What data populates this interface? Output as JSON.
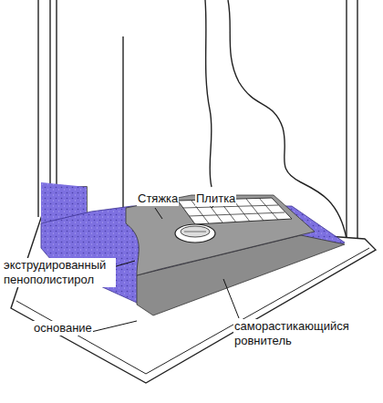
{
  "diagram": {
    "labels": [
      "Стяжка",
      "Плитка",
      "экструдированный пенополистирол",
      "основание",
      "саморастикающийся ровнитель"
    ]
  }
}
